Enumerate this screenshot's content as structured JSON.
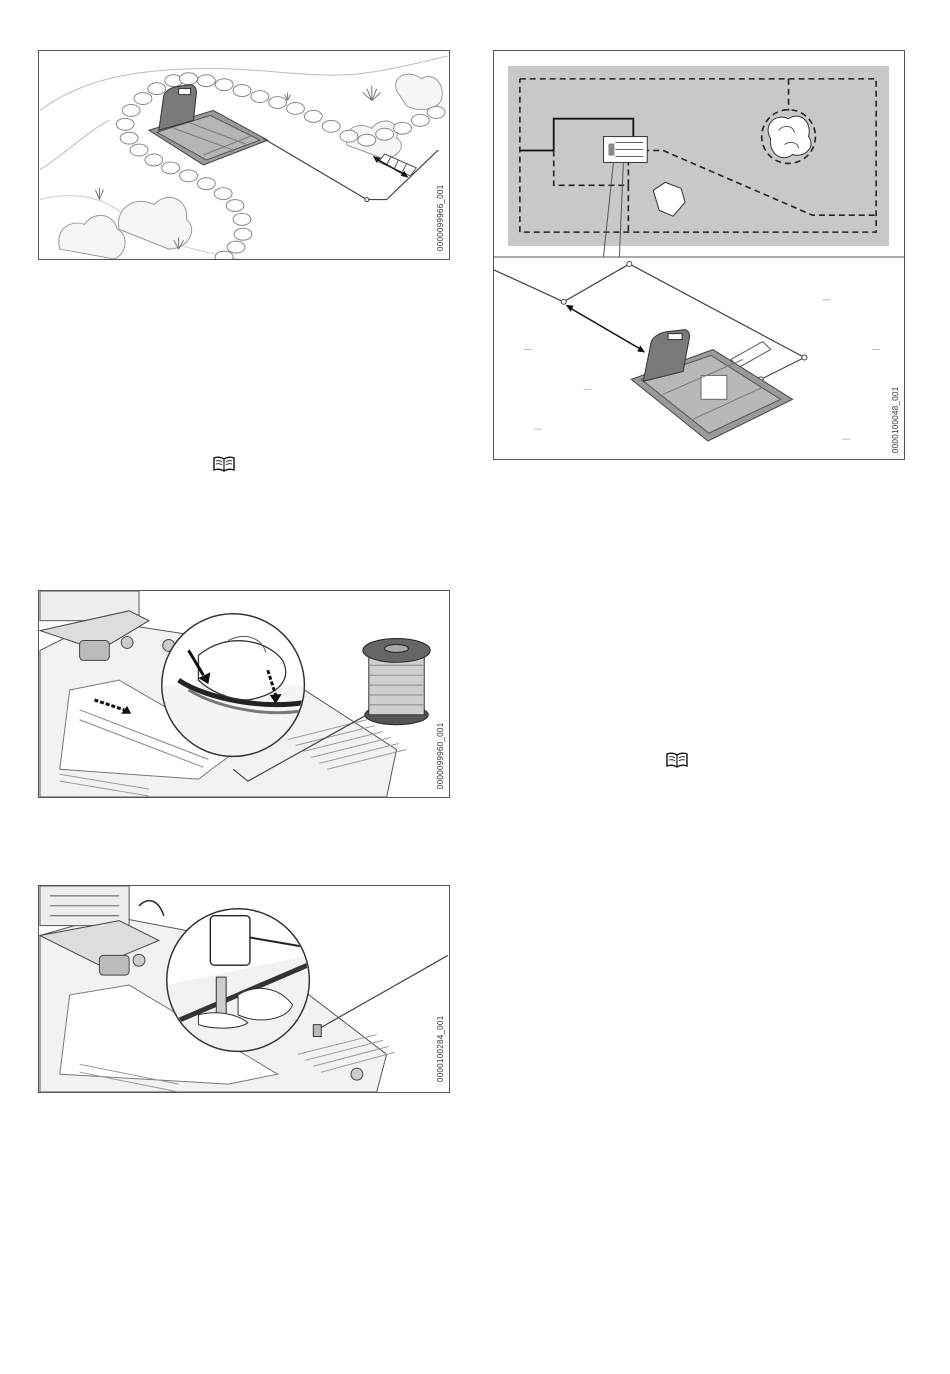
{
  "figures": {
    "fig1": {
      "id": "0000099966_001"
    },
    "fig2": {
      "id": "0000100048_001"
    },
    "fig3": {
      "id": "0000099960_001"
    },
    "fig4": {
      "id": "0000100284_001"
    }
  },
  "icons": {
    "reference_icon_1": "book-icon",
    "reference_icon_2": "book-icon"
  }
}
